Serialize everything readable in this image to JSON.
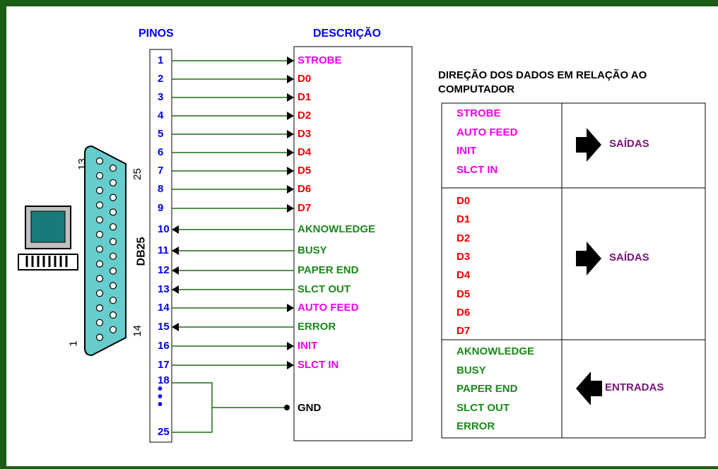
{
  "headers": {
    "pins": "PINOS",
    "description": "DESCRIÇÃO"
  },
  "connector": {
    "label": "DB25",
    "pin13": "13",
    "pin25": "25",
    "pin1": "1",
    "pin14": "14"
  },
  "pins": [
    {
      "num": "1",
      "signal": "STROBE",
      "dir": "out",
      "color": "#ee00ee"
    },
    {
      "num": "2",
      "signal": "D0",
      "dir": "out",
      "color": "#ee0000"
    },
    {
      "num": "3",
      "signal": "D1",
      "dir": "out",
      "color": "#ee0000"
    },
    {
      "num": "4",
      "signal": "D2",
      "dir": "out",
      "color": "#ee0000"
    },
    {
      "num": "5",
      "signal": "D3",
      "dir": "out",
      "color": "#ee0000"
    },
    {
      "num": "6",
      "signal": "D4",
      "dir": "out",
      "color": "#ee0000"
    },
    {
      "num": "7",
      "signal": "D5",
      "dir": "out",
      "color": "#ee0000"
    },
    {
      "num": "8",
      "signal": "D6",
      "dir": "out",
      "color": "#ee0000"
    },
    {
      "num": "9",
      "signal": "D7",
      "dir": "out",
      "color": "#ee0000"
    },
    {
      "num": "10",
      "signal": "AKNOWLEDGE",
      "dir": "in",
      "color": "#1a8a1a"
    },
    {
      "num": "11",
      "signal": "BUSY",
      "dir": "in",
      "color": "#1a8a1a"
    },
    {
      "num": "12",
      "signal": "PAPER END",
      "dir": "in",
      "color": "#1a8a1a"
    },
    {
      "num": "13",
      "signal": "SLCT OUT",
      "dir": "in",
      "color": "#1a8a1a"
    },
    {
      "num": "14",
      "signal": "AUTO FEED",
      "dir": "out",
      "color": "#ee00ee"
    },
    {
      "num": "15",
      "signal": "ERROR",
      "dir": "in",
      "color": "#1a8a1a"
    },
    {
      "num": "16",
      "signal": "INIT",
      "dir": "out",
      "color": "#ee00ee"
    },
    {
      "num": "17",
      "signal": "SLCT IN",
      "dir": "out",
      "color": "#ee00ee"
    }
  ],
  "gnd": {
    "pin_start": "18",
    "pin_end": "25",
    "label": "GND"
  },
  "direction": {
    "title_line1": "DIREÇÃO DOS DADOS EM RELAÇÃO AO",
    "title_line2": "COMPUTADOR",
    "rows": [
      {
        "signals": [
          "STROBE",
          "AUTO FEED",
          "INIT",
          "SLCT IN"
        ],
        "color": "#ee00ee",
        "label": "SAÍDAS",
        "arrow": "right"
      },
      {
        "signals": [
          "D0",
          "D1",
          "D2",
          "D3",
          "D4",
          "D5",
          "D6",
          "D7"
        ],
        "color": "#ee0000",
        "label": "SAÍDAS",
        "arrow": "right"
      },
      {
        "signals": [
          "AKNOWLEDGE",
          "BUSY",
          "PAPER END",
          "SLCT OUT",
          "ERROR"
        ],
        "color": "#1a8a1a",
        "label": "ENTRADAS",
        "arrow": "left"
      }
    ],
    "label_color": "#7a147a"
  },
  "colors": {
    "wire": "#1c6c14",
    "frame": "#1c5c14",
    "pin_text": "#0000ee",
    "connector": "#66cccc"
  }
}
